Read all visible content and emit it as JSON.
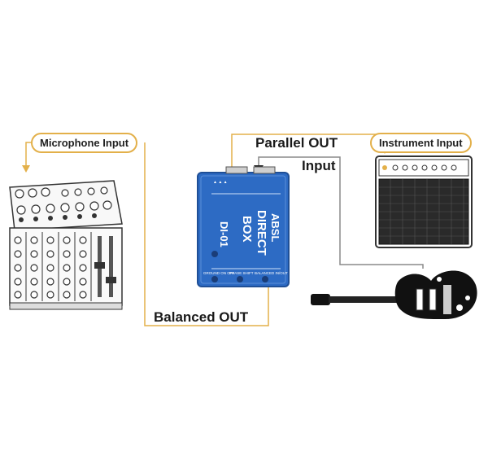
{
  "labels": {
    "microphone_input": "Microphone Input",
    "instrument_input": "Instrument Input",
    "parallel_out": "Parallel OUT",
    "input": "Input",
    "balanced_out": "Balanced OUT"
  },
  "device": {
    "brand": "ABSL",
    "name_line1": "DIRECT",
    "name_line2": "BOX",
    "model": "DI-01",
    "controls": [
      "GROUND ON OFF",
      "PHASE SHIFT",
      "BALANCED IN/OUT"
    ]
  },
  "colors": {
    "cable": "#e3b04a",
    "guitar_cable": "#8a8a8a",
    "di_box": "#2d6bc4",
    "di_box_dark": "#1f4f96"
  }
}
